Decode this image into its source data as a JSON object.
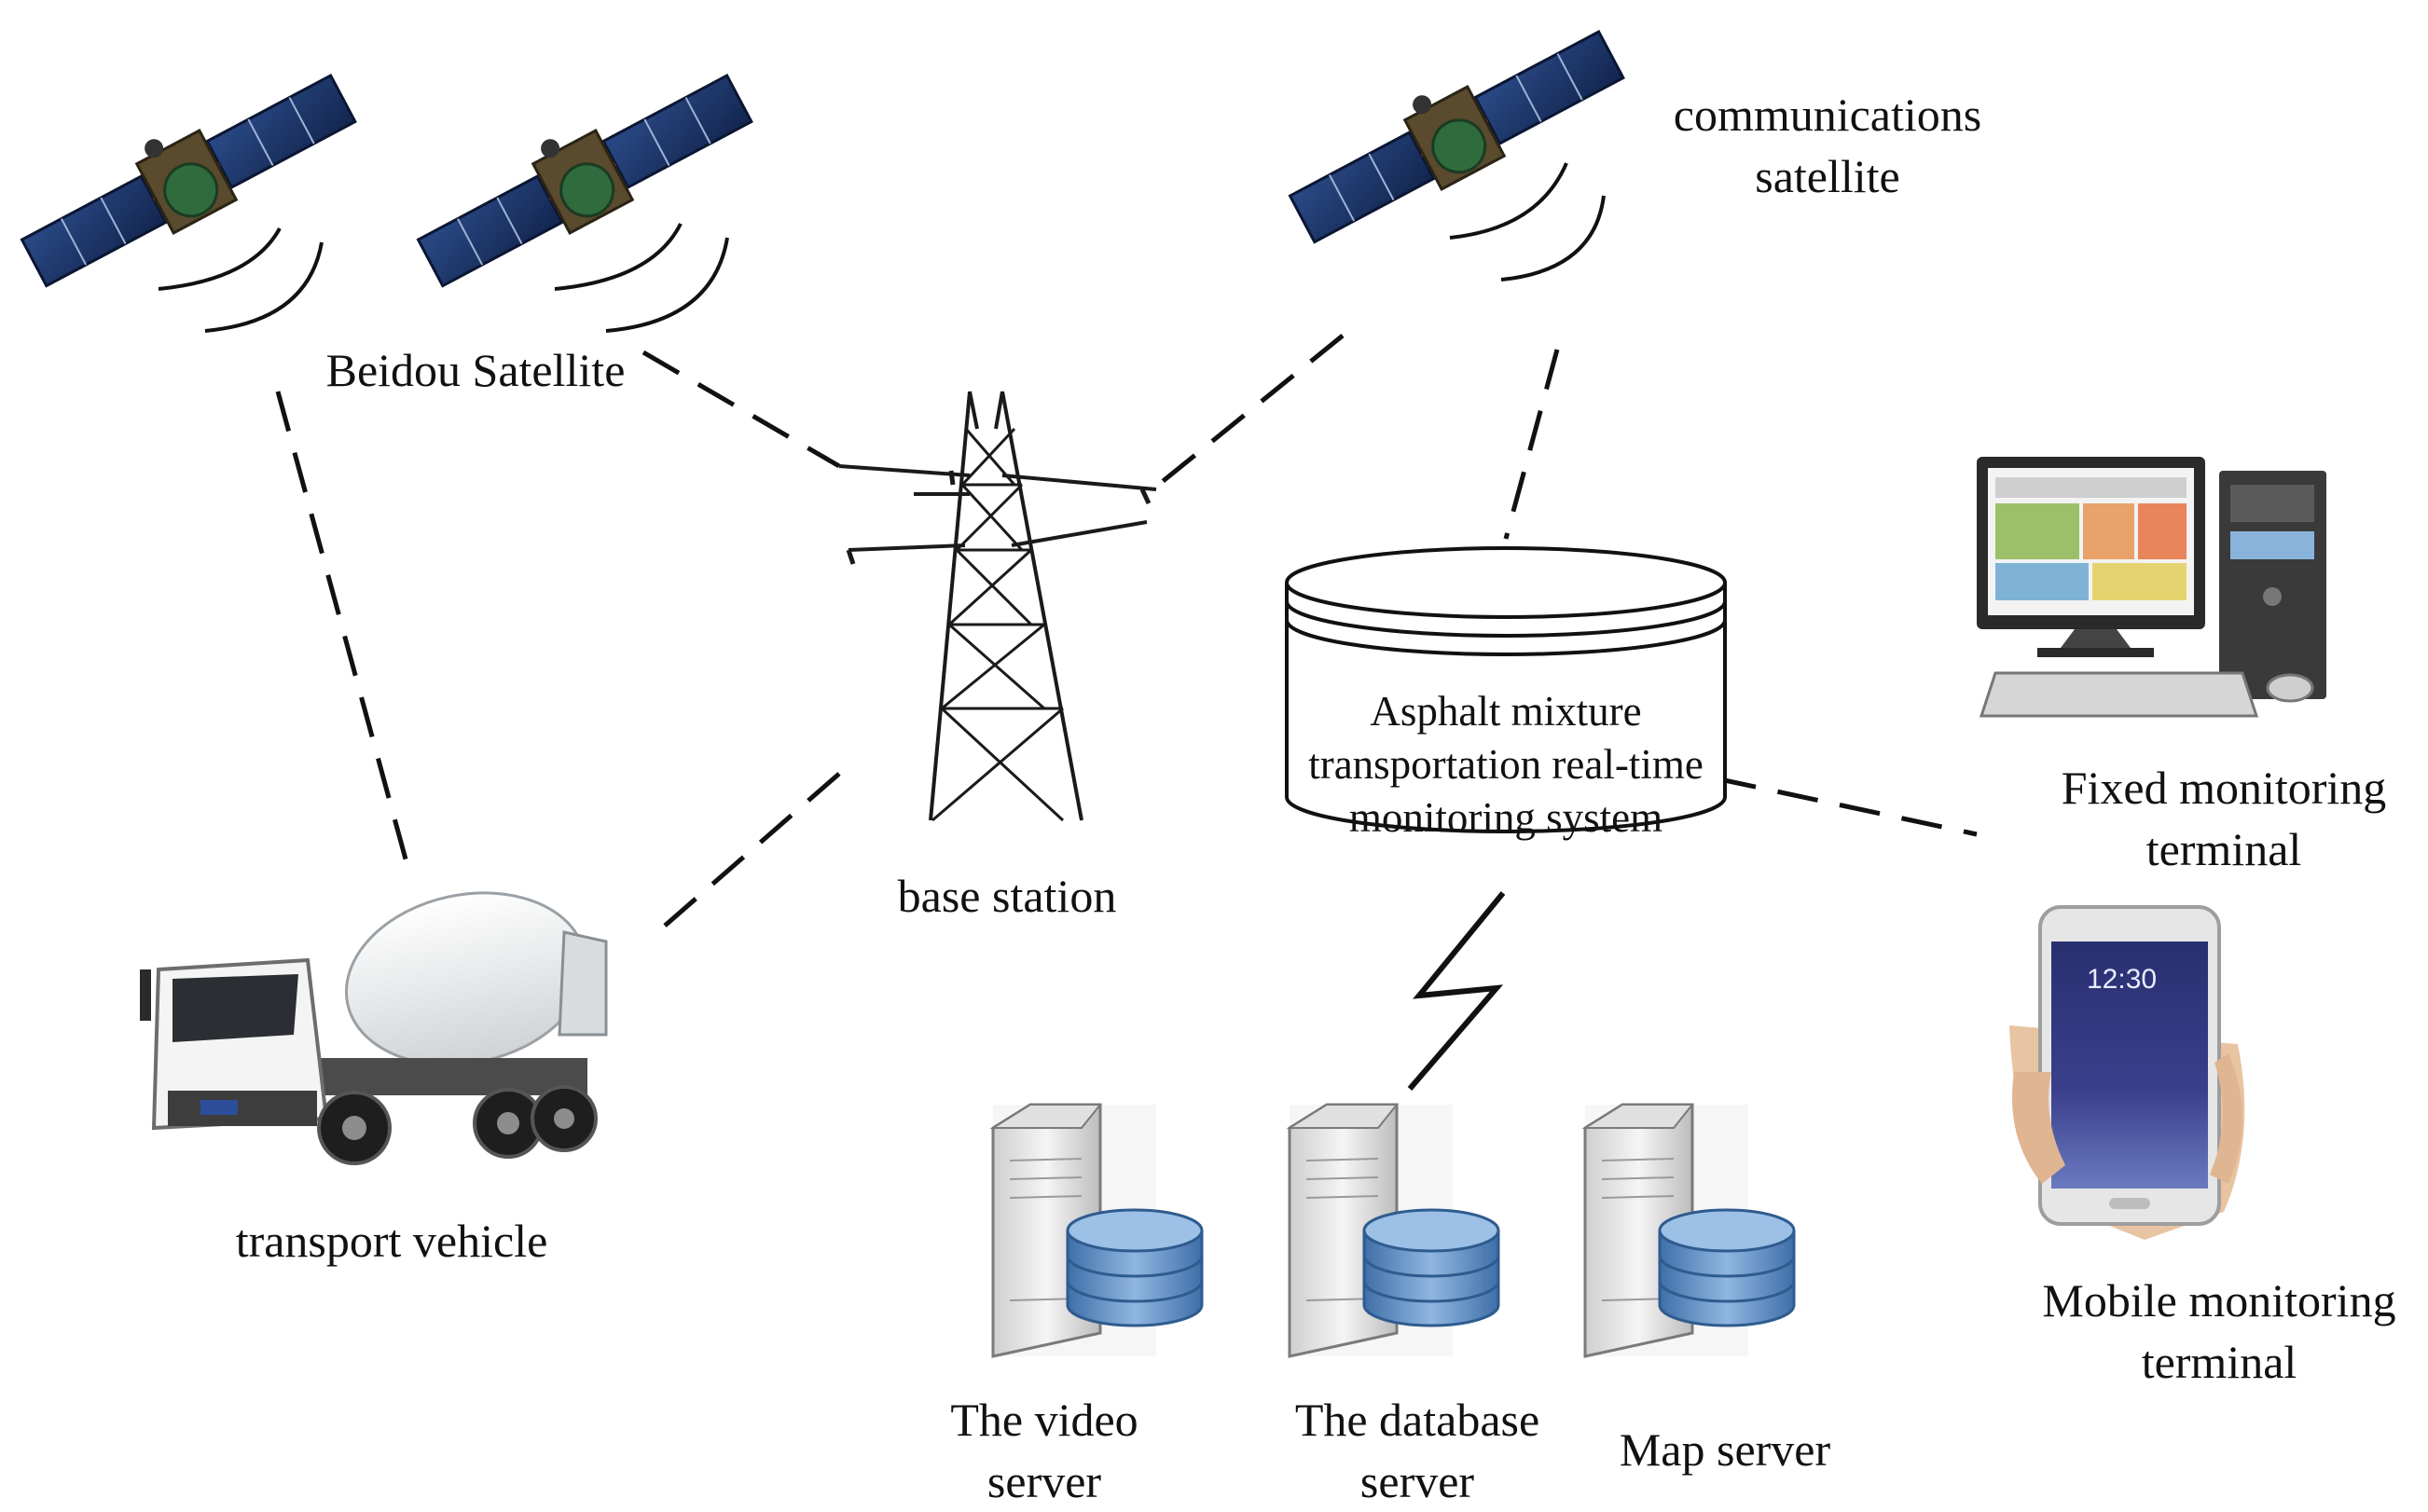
{
  "labels": {
    "beidou_satellite": "Beidou Satellite",
    "communications_satellite": [
      "communications",
      "satellite"
    ],
    "base_station": "base station",
    "transport_vehicle": "transport vehicle",
    "monitoring_system": [
      "Asphalt mixture",
      "transportation real-time",
      "monitoring system"
    ],
    "fixed_terminal": [
      "Fixed monitoring",
      "terminal"
    ],
    "mobile_terminal": [
      "Mobile monitoring",
      "terminal"
    ],
    "video_server": [
      "The video",
      "server"
    ],
    "database_server": [
      "The database",
      "server"
    ],
    "map_server": "Map server"
  },
  "phone_clock": "12:30",
  "colors": {
    "line": "#111111",
    "solar_panel": "#1f3a6e",
    "server_body": "#e9e9e9",
    "database_blue": "#5b8cc4",
    "screen_blue": "#1e2b66"
  }
}
